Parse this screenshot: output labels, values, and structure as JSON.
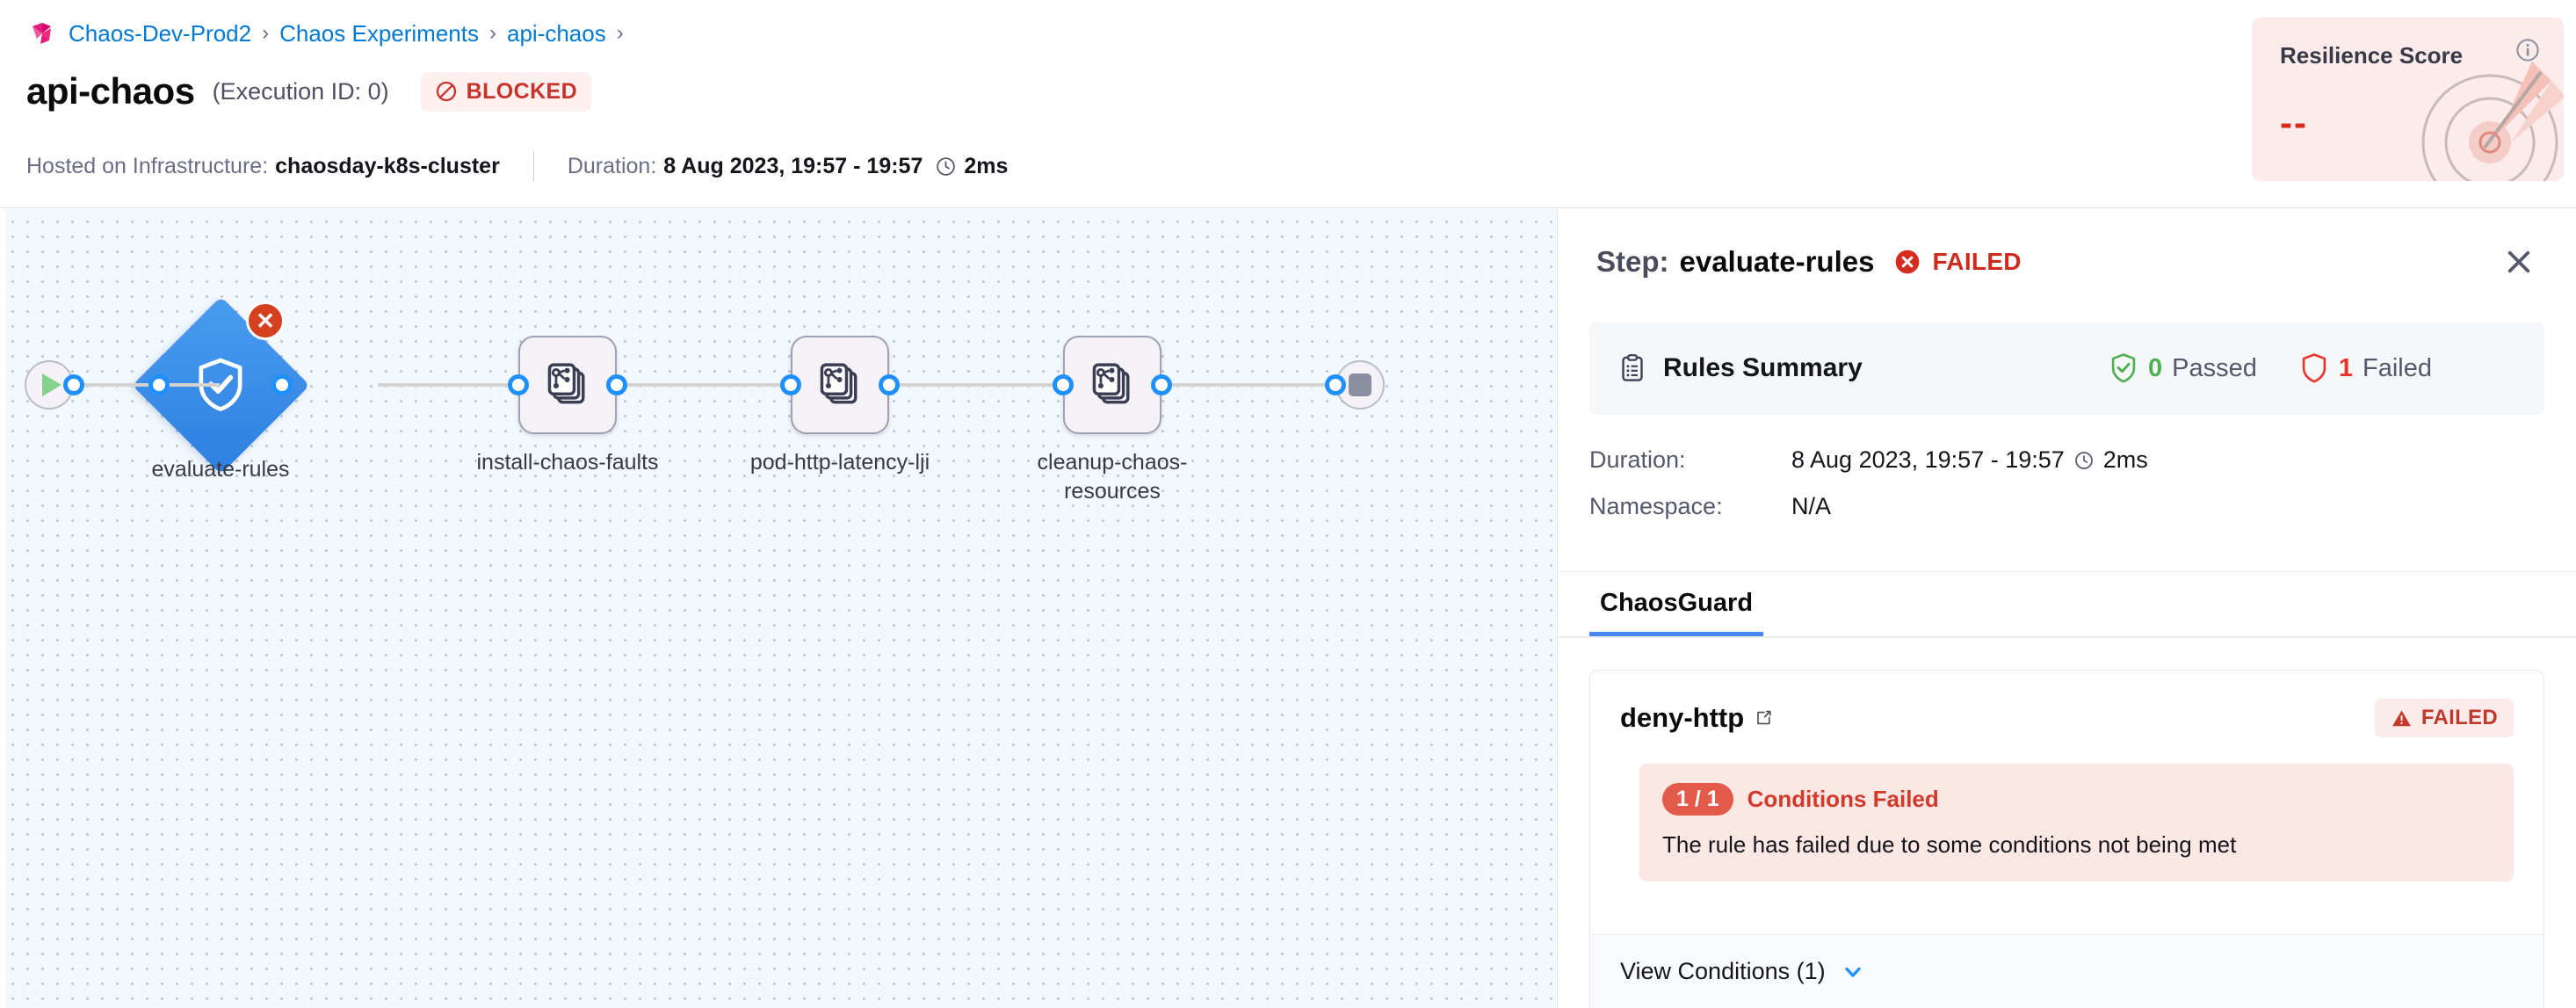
{
  "breadcrumb": {
    "logo": "harness-logo-icon",
    "items": [
      {
        "label": "Chaos-Dev-Prod2"
      },
      {
        "label": "Chaos Experiments"
      },
      {
        "label": "api-chaos"
      }
    ],
    "separator": "›"
  },
  "header": {
    "title": "api-chaos",
    "execution_id": "(Execution ID: 0)",
    "status_badge": {
      "label": "BLOCKED",
      "icon": "no-entry-icon",
      "color": "#c7332a",
      "bg": "#fdf0ef"
    },
    "infrastructure_label": "Hosted on Infrastructure:",
    "infrastructure_value": "chaosday-k8s-cluster",
    "duration_label": "Duration:",
    "duration_value": "8 Aug 2023, 19:57 - 19:57",
    "duration_time": "2ms",
    "clock_icon": "clock-icon"
  },
  "resilience_score": {
    "title": "Resilience Score",
    "value": "--",
    "info_icon": "info-icon",
    "art_icon": "target-dart-icon",
    "bg": "#fbeceb",
    "value_color": "#da291d"
  },
  "graph": {
    "nodes": [
      {
        "id": "start",
        "type": "start",
        "label": "",
        "icon": "play-icon"
      },
      {
        "id": "evaluate-rules",
        "type": "diamond",
        "label": "evaluate-rules",
        "icon": "shield-check-icon",
        "status": "failed",
        "badge_icon": "error-x-icon"
      },
      {
        "id": "install-chaos-faults",
        "type": "step",
        "label": "install-chaos-faults",
        "icon": "chaos-faults-icon"
      },
      {
        "id": "pod-http-latency-lji",
        "type": "step",
        "label": "pod-http-latency-lji",
        "icon": "chaos-faults-icon"
      },
      {
        "id": "cleanup-chaos-resources",
        "type": "step",
        "label": "cleanup-chaos-resources",
        "icon": "chaos-faults-icon"
      },
      {
        "id": "end",
        "type": "end",
        "label": "",
        "icon": "stop-icon"
      }
    ]
  },
  "panel": {
    "step_prefix": "Step:",
    "step_name": "evaluate-rules",
    "step_status": "FAILED",
    "step_status_icon": "error-circle-icon",
    "close_icon": "close-icon",
    "rules_summary": {
      "icon": "clipboard-icon",
      "title": "Rules Summary",
      "passed_count": "0",
      "passed_label": "Passed",
      "passed_icon": "shield-check-green-icon",
      "failed_count": "1",
      "failed_label": "Failed",
      "failed_icon": "shield-red-icon"
    },
    "details": [
      {
        "key": "Duration:",
        "value": "8 Aug 2023, 19:57 - 19:57",
        "extra": "2ms",
        "icon": "clock-icon"
      },
      {
        "key": "Namespace:",
        "value": "N/A",
        "extra": "",
        "icon": ""
      }
    ],
    "tabs": [
      {
        "label": "ChaosGuard",
        "active": true
      }
    ],
    "rule": {
      "name": "deny-http",
      "link_icon": "external-link-icon",
      "status_badge": {
        "label": "FAILED",
        "icon": "warning-triangle-icon"
      },
      "conditions_pill": "1 / 1",
      "conditions_label": "Conditions Failed",
      "conditions_message": "The rule has failed due to some conditions not being met",
      "view_conditions_label": "View Conditions (1)",
      "chevron_icon": "chevron-down-icon"
    }
  }
}
